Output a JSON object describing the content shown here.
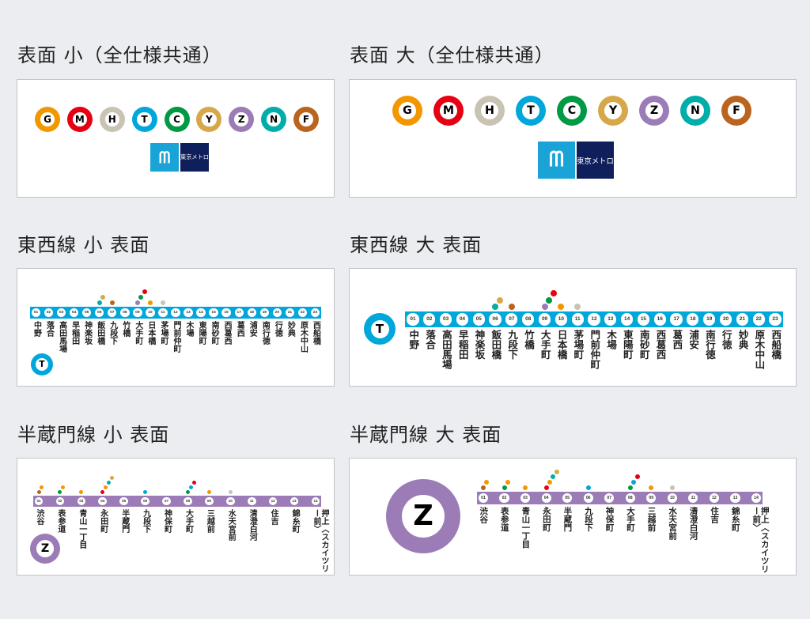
{
  "titles": {
    "a": "表面 小（全仕様共通）",
    "b": "表面 大（全仕様共通）",
    "c": "東西線 小 表面",
    "d": "東西線 大 表面",
    "e": "半蔵門線 小 表面",
    "f": "半蔵門線 大 表面"
  },
  "lines": [
    {
      "code": "G",
      "color": "#f39700"
    },
    {
      "code": "M",
      "color": "#e60012"
    },
    {
      "code": "H",
      "color": "#c9c3b3"
    },
    {
      "code": "T",
      "color": "#00a7db"
    },
    {
      "code": "C",
      "color": "#009944"
    },
    {
      "code": "Y",
      "color": "#d7a84a"
    },
    {
      "code": "Z",
      "color": "#9b7cb6"
    },
    {
      "code": "N",
      "color": "#00ada9"
    },
    {
      "code": "F",
      "color": "#bb641d"
    }
  ],
  "logo": {
    "text": "東京メトロ",
    "color_mark": "#19a3d6",
    "color_text_bg": "#0e1f5b"
  },
  "tozai": {
    "code": "T",
    "color": "#00a7db",
    "stations": [
      {
        "n": "01",
        "name": "中野",
        "t": []
      },
      {
        "n": "02",
        "name": "落合",
        "t": []
      },
      {
        "n": "03",
        "name": "高田馬場",
        "t": []
      },
      {
        "n": "04",
        "name": "早稲田",
        "t": []
      },
      {
        "n": "05",
        "name": "神楽坂",
        "t": []
      },
      {
        "n": "06",
        "name": "飯田橋",
        "t": [
          "N",
          "Y"
        ]
      },
      {
        "n": "07",
        "name": "九段下",
        "t": [
          "F"
        ]
      },
      {
        "n": "08",
        "name": "竹橋",
        "t": []
      },
      {
        "n": "09",
        "name": "大手町",
        "t": [
          "Z",
          "C",
          "M"
        ]
      },
      {
        "n": "10",
        "name": "日本橋",
        "t": [
          "G"
        ]
      },
      {
        "n": "11",
        "name": "茅場町",
        "t": [
          "H"
        ]
      },
      {
        "n": "12",
        "name": "門前仲町",
        "t": []
      },
      {
        "n": "13",
        "name": "木場",
        "t": []
      },
      {
        "n": "14",
        "name": "東陽町",
        "t": []
      },
      {
        "n": "15",
        "name": "南砂町",
        "t": []
      },
      {
        "n": "16",
        "name": "西葛西",
        "t": []
      },
      {
        "n": "17",
        "name": "葛西",
        "t": []
      },
      {
        "n": "18",
        "name": "浦安",
        "t": []
      },
      {
        "n": "19",
        "name": "南行徳",
        "t": []
      },
      {
        "n": "20",
        "name": "行徳",
        "t": []
      },
      {
        "n": "21",
        "name": "妙典",
        "t": []
      },
      {
        "n": "22",
        "name": "原木中山",
        "t": []
      },
      {
        "n": "23",
        "name": "西船橋",
        "t": []
      }
    ]
  },
  "hanzomon": {
    "code": "Z",
    "color": "#9b7cb6",
    "stations": [
      {
        "n": "01",
        "name": "渋谷",
        "t": [
          "F",
          "G"
        ]
      },
      {
        "n": "02",
        "name": "表参道",
        "t": [
          "C",
          "G"
        ]
      },
      {
        "n": "03",
        "name": "青山一丁目",
        "t": [
          "G"
        ]
      },
      {
        "n": "04",
        "name": "永田町",
        "t": [
          "M",
          "G",
          "N",
          "Y"
        ]
      },
      {
        "n": "05",
        "name": "半蔵門",
        "t": []
      },
      {
        "n": "06",
        "name": "九段下",
        "t": [
          "T"
        ]
      },
      {
        "n": "07",
        "name": "神保町",
        "t": []
      },
      {
        "n": "08",
        "name": "大手町",
        "t": [
          "C",
          "T",
          "M"
        ]
      },
      {
        "n": "09",
        "name": "三越前",
        "t": [
          "G"
        ]
      },
      {
        "n": "10",
        "name": "水天宮前",
        "t": [
          "H"
        ]
      },
      {
        "n": "11",
        "name": "清澄白河",
        "t": []
      },
      {
        "n": "12",
        "name": "住吉",
        "t": []
      },
      {
        "n": "13",
        "name": "錦糸町",
        "t": []
      },
      {
        "n": "14",
        "name": "押上〈スカイツリー前〉",
        "t": []
      }
    ]
  }
}
